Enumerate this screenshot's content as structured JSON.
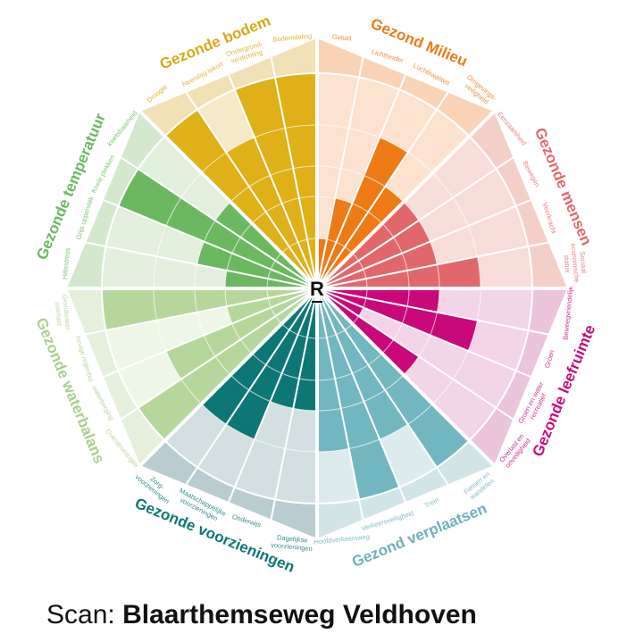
{
  "chart_data": {
    "type": "bar",
    "coordinate_system": "polar",
    "scale_levels": [
      0,
      1,
      2,
      3,
      4,
      5
    ],
    "center_logo": "R",
    "sectors": [
      {
        "title": "Gezond Milieu",
        "color": "#ee7a16",
        "light": "#fde2cf",
        "band": "#fad3b5",
        "text": "#ee7a16",
        "items": [
          {
            "label": [
              "Geluid"
            ],
            "value": 1
          },
          {
            "label": [
              "Lichthinder"
            ],
            "value": 2
          },
          {
            "label": [
              "Luchtkwaliteit"
            ],
            "value": 4
          },
          {
            "label": [
              "Omgevings-",
              "veiligheid"
            ],
            "value": 3
          }
        ]
      },
      {
        "title": "Gezonde mensen",
        "color": "#e2676b",
        "light": "#f9ddd9",
        "band": "#f4cfc8",
        "text": "#e2676b",
        "items": [
          {
            "label": [
              "Eenzaamheid"
            ],
            "value": 3
          },
          {
            "label": [
              "Bewegen"
            ],
            "value": 3
          },
          {
            "label": [
              "Veerkracht"
            ],
            "value": 3
          },
          {
            "label": [
              "Sociaal",
              "economische",
              "status"
            ],
            "value": 4
          }
        ]
      },
      {
        "title": "Gezonde leefruimte",
        "color": "#c9087a",
        "light": "#f3d5e7",
        "band": "#ebc4dc",
        "text": "#c9087a",
        "items": [
          {
            "label": [
              "Beweegvriendelijk"
            ],
            "value": 3
          },
          {
            "label": [
              "Groen"
            ],
            "value": 4
          },
          {
            "label": [
              "Groen en water",
              "recreatief"
            ],
            "value": 1
          },
          {
            "label": [
              "Overlast en",
              "onveiligheid"
            ],
            "value": 3
          }
        ]
      },
      {
        "title": "Gezond verplaatsen",
        "color": "#72b6c0",
        "light": "#dcecee",
        "band": "#d1e5e7",
        "text": "#6eb0ba",
        "items": [
          {
            "label": [
              "Fietsen en",
              "wandelen"
            ],
            "value": 5
          },
          {
            "label": [
              "Trein"
            ],
            "value": 4
          },
          {
            "label": [
              "Verkeersveiligheid"
            ],
            "value": 5
          },
          {
            "label": [
              "Hoofdverkeersweg"
            ],
            "value": 4
          }
        ]
      },
      {
        "title": "Gezonde voorzieningen",
        "color": "#0c7775",
        "light": "#d3dfe0",
        "band": "#b9cdd0",
        "text": "#0c7775",
        "items": [
          {
            "label": [
              "Dagelijkse",
              "voorzieningen"
            ],
            "value": 3
          },
          {
            "label": [
              "Onderwijs"
            ],
            "value": 3
          },
          {
            "label": [
              "Maatschappelijke",
              "voorzieningen"
            ],
            "value": 4
          },
          {
            "label": [
              "Zorg-",
              "voorzieningen"
            ],
            "value": 4
          }
        ]
      },
      {
        "title": "Gezonde waterbalans",
        "color": "#b6d79c",
        "light": "#eef6e8",
        "band": "#e4f0db",
        "text": "#a9cf8c",
        "items": [
          {
            "label": [
              "Overstromingen"
            ],
            "value": 5
          },
          {
            "label": [
              "waterberging"
            ],
            "value": 4
          },
          {
            "label": [
              "hevige regenbui"
            ],
            "value": 2
          },
          {
            "label": [
              "Grondwater-",
              "overlast"
            ],
            "value": 5
          }
        ]
      },
      {
        "title": "Gezonde temperatuur",
        "color": "#6bb861",
        "light": "#e3efdd",
        "band": "#d4e8cd",
        "text": "#6bb861",
        "items": [
          {
            "label": [
              "Hittestress"
            ],
            "value": 2
          },
          {
            "label": [
              "Grijs oppervlak"
            ],
            "value": 3
          },
          {
            "label": [
              "Koele plekken"
            ],
            "value": 5
          },
          {
            "label": [
              "kwetsbaarheid"
            ],
            "value": 3
          }
        ]
      },
      {
        "title": "Gezonde bodem",
        "color": "#dfb018",
        "light": "#f7e8c9",
        "band": "#f2e1b6",
        "text": "#d8a814",
        "items": [
          {
            "label": [
              "Droogte"
            ],
            "value": 5
          },
          {
            "label": [
              "Neerslag tekort"
            ],
            "value": 4
          },
          {
            "label": [
              "Ondergrond-",
              "verdichting"
            ],
            "value": 5
          },
          {
            "label": [
              "Bodemdaling"
            ],
            "value": 5
          }
        ]
      }
    ]
  },
  "footer": {
    "prefix": "Scan:",
    "location": "Blaarthemseweg Veldhoven"
  }
}
